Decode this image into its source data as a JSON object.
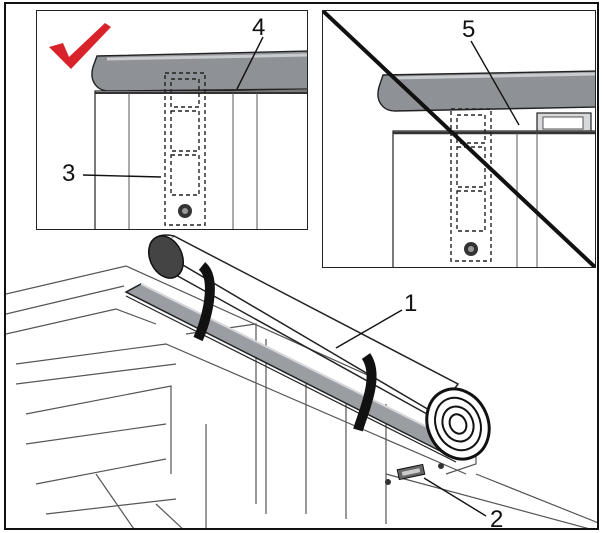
{
  "callouts": {
    "c1": "1",
    "c2": "2",
    "c3": "3",
    "c4": "4",
    "c5": "5"
  },
  "colors": {
    "check": "#d9232a",
    "line": "#1a1a1a",
    "rail": "#8a8d91",
    "rail_light": "#b9bcc0"
  },
  "icons": {
    "correct": "checkmark-icon",
    "incorrect": "diagonal-strike"
  }
}
